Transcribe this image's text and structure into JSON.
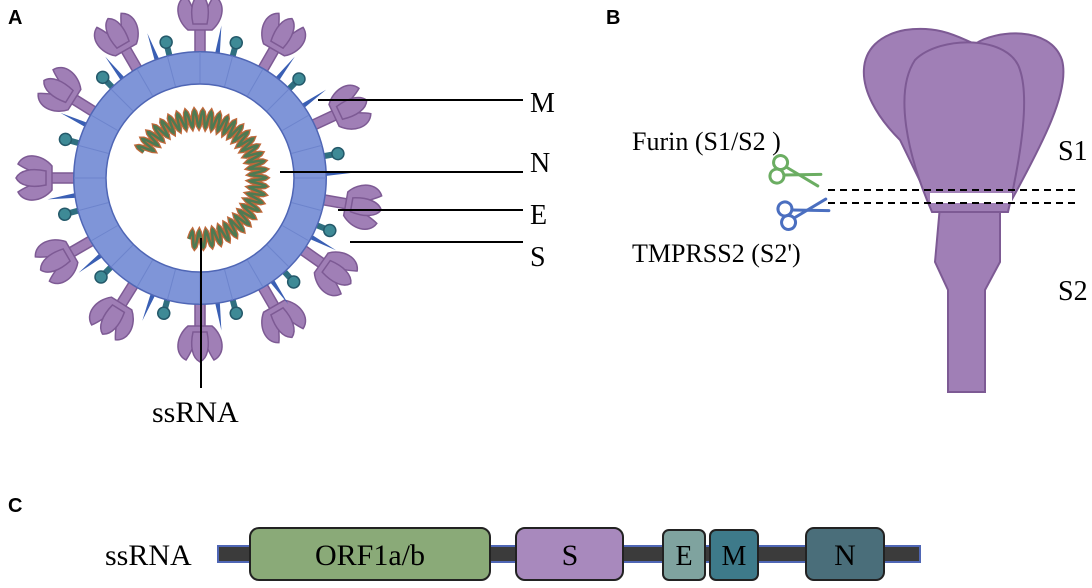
{
  "panels": {
    "a": "A",
    "b": "B",
    "c": "C"
  },
  "virion": {
    "labels": {
      "m": "M",
      "n": "N",
      "e": "E",
      "s": "S",
      "rna": "ssRNA"
    }
  },
  "spike": {
    "furin": "Furin (S1/S2 )",
    "tmprss2": "TMPRSS2 (S2')",
    "s1": "S1",
    "s2": "S2"
  },
  "genome": {
    "label": "ssRNA",
    "genes": [
      {
        "name": "ORF1a/b",
        "color": "#8aaa78"
      },
      {
        "name": "S",
        "color": "#a889bd"
      },
      {
        "name": "E",
        "color": "#7fa39f"
      },
      {
        "name": "M",
        "color": "#3e7a8a"
      },
      {
        "name": "N",
        "color": "#4a6e7a"
      }
    ]
  },
  "colors": {
    "spike_purple": "#a07fb6",
    "spike_outline": "#7d5a94",
    "envelope_blue": "#7f95d8",
    "envelope_outline": "#4f66b5",
    "protein_teal": "#3e8a96",
    "rna_green": "#4e7a52",
    "rna_orange": "#c0683a",
    "furin_green": "#6bad62",
    "tmprss2_blue": "#4b6fc0"
  }
}
